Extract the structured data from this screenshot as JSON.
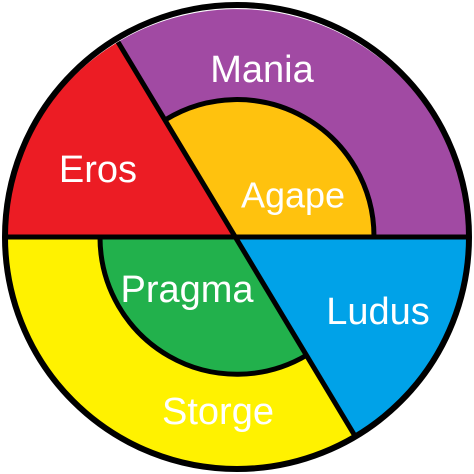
{
  "diagram": {
    "segments": [
      {
        "id": "mania",
        "label": "Mania",
        "color": "#a14aa3"
      },
      {
        "id": "eros",
        "label": "Eros",
        "color": "#ec1c24"
      },
      {
        "id": "agape",
        "label": "Agape",
        "color": "#ffc20e"
      },
      {
        "id": "ludus",
        "label": "Ludus",
        "color": "#00a2e8"
      },
      {
        "id": "pragma",
        "label": "Pragma",
        "color": "#22b14c"
      },
      {
        "id": "storge",
        "label": "Storge",
        "color": "#fff200"
      }
    ],
    "outline_color": "#000000"
  }
}
